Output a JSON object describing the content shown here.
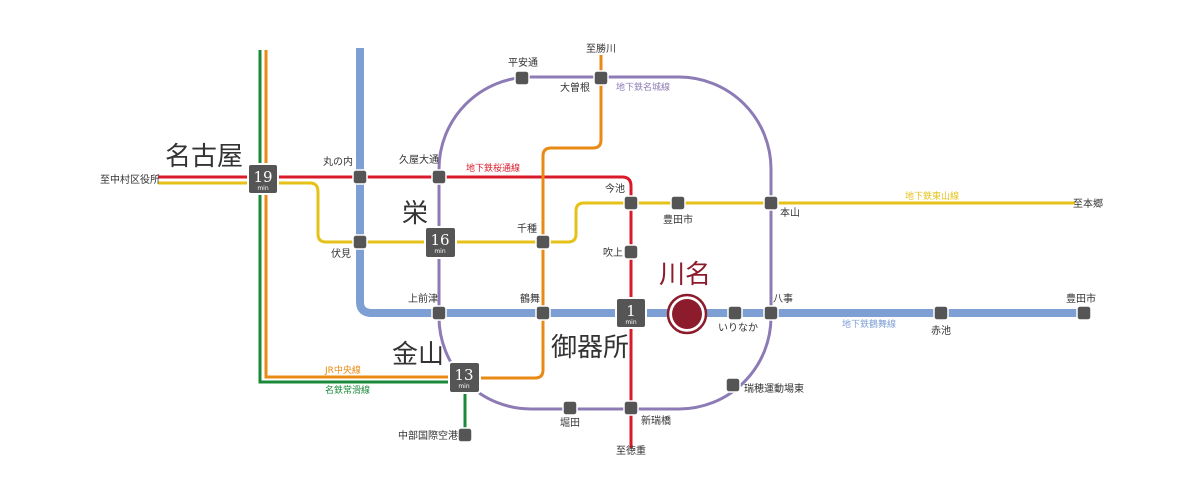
{
  "map_title": "",
  "colors": {
    "meijo": "#8c7bb5",
    "sakuradori": "#d91a2a",
    "higashiyama": "#e6c218",
    "tsurumai": "#7e9fd4",
    "chuo_jr": "#e88a14",
    "meitetsu": "#1a8a3a",
    "meitetsu_komaki": "#e88a14",
    "station": "#555555",
    "hub": "#555555",
    "star": "#8c1c2c"
  },
  "lines": {
    "meijo": "地下鉄名城線",
    "sakuradori": "地下鉄桜通線",
    "higashiyama": "地下鉄東山線",
    "tsurumai": "地下鉄鶴舞線",
    "jr_chuo": "JR中央線",
    "meitetsu_tokoname": "名鉄常滑線"
  },
  "terminals": {
    "nakamura": "至中村区役所",
    "katsugawa": "至勝川",
    "motoyama_end": "至本郷",
    "tokushige": "至徳重"
  },
  "hubs": {
    "nagoya": {
      "name": "名古屋",
      "minutes": "19",
      "unit": "min"
    },
    "sakae": {
      "name": "栄",
      "minutes": "16",
      "unit": "min"
    },
    "kanayama": {
      "name": "金山",
      "minutes": "13",
      "unit": "min"
    },
    "gokisho": {
      "name": "御器所",
      "minutes": "1",
      "unit": "min"
    }
  },
  "home": {
    "name": "川名"
  },
  "stations": {
    "heian_dori": "平安通",
    "ozone": "大曽根",
    "marunouchi": "丸の内",
    "hisaya_odori": "久屋大通",
    "imaike": "今池",
    "toyotashi": "豊田市",
    "motoyama": "本山",
    "chikusa": "千種",
    "fukiage": "吹上",
    "fushimi": "伏見",
    "kamimaezu": "上前津",
    "tsurumai": "鶴舞",
    "irinaka": "いりなか",
    "yagoto": "八事",
    "akaike": "赤池",
    "toyotashi_end": "豊田市",
    "mizuho_undojo": "瑞穂運動場東",
    "horita": "堀田",
    "aratamabashi": "新瑞橋",
    "chubu_airport": "中部国際空港"
  }
}
